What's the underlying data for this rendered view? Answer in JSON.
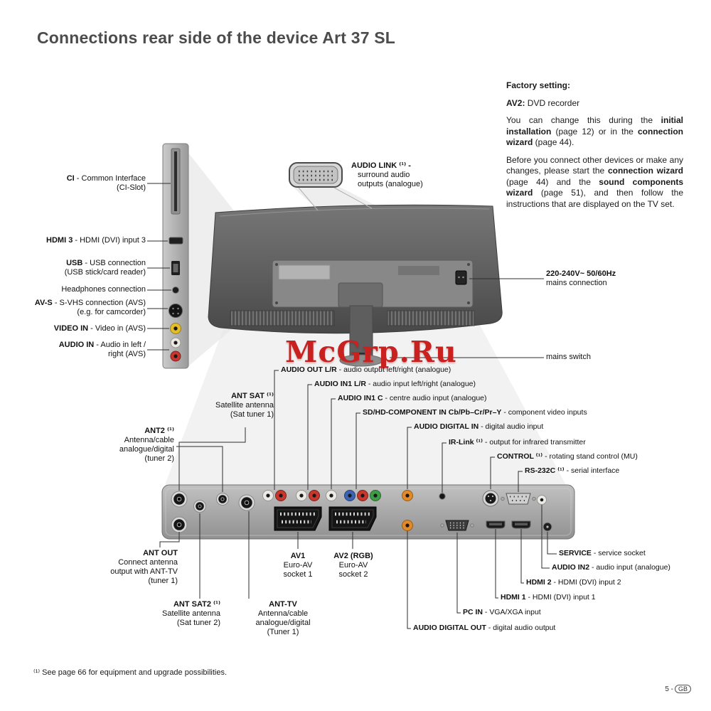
{
  "page": {
    "title": "Connections rear side of the device Art 37 SL",
    "footnote": "⁽¹⁾ See page 66 for equipment and upgrade possibilities.",
    "page_num": "5 -",
    "region": "GB",
    "watermark": "McGrp.Ru"
  },
  "factory": {
    "heading": "Factory setting:",
    "av2_term": "AV2:",
    "av2_rest": " DVD recorder",
    "p1_1": "You can change this during the ",
    "p1_2": "initial installation",
    "p1_3": " (page 12) or in the ",
    "p1_4": "connection wizard",
    "p1_5": " (page 44).",
    "p2_1": "Before you connect other devices or make any changes, please start the ",
    "p2_2": "connection wizard",
    "p2_3": " (page 44) and the ",
    "p2_4": "sound components wizard",
    "p2_5": " (page 51), and then follow the instructions that are displayed on the TV set."
  },
  "side": {
    "ci_term": "CI",
    "ci_rest": " - Common Interface",
    "ci_line2": "(CI-Slot)",
    "hdmi3_term": "HDMI 3",
    "hdmi3_rest": " - HDMI (DVI) input 3",
    "usb_term": "USB",
    "usb_rest": " - USB connection",
    "usb_line2": "(USB stick/card reader)",
    "phones": "Headphones connection",
    "avs_term": "AV-S",
    "avs_rest": " - S-VHS connection (AVS)",
    "avs_line2": "(e.g. for camcorder)",
    "video_term": "VIDEO IN",
    "video_rest": " - Video in (AVS)",
    "audio_term": "AUDIO IN",
    "audio_rest": " - Audio in left /",
    "audio_line2": "right (AVS)"
  },
  "top": {
    "audiolink_term": "AUDIO LINK ⁽¹⁾ -",
    "audiolink_l2": "surround audio",
    "audiolink_l3": "outputs (analogue)"
  },
  "right": {
    "mains_term": "220-240V~ 50/60Hz",
    "mains_rest": "mains connection",
    "switch": "mains switch"
  },
  "mid": {
    "out_term": "AUDIO OUT L/R",
    "out_rest": " - audio output left/right (analogue)",
    "in1lr_term": "AUDIO IN1 L/R",
    "in1lr_rest": " - audio input left/right (analogue)",
    "in1c_term": "AUDIO IN1 C",
    "in1c_rest": " - centre audio input (analogue)",
    "comp_term": "SD/HD-COMPONENT IN Cb/Pb–Cr/Pr–Y",
    "comp_rest": " - component video inputs",
    "digin_term": "AUDIO DIGITAL IN",
    "digin_rest": " - digital audio input",
    "irlink_term": "IR-Link ⁽¹⁾",
    "irlink_rest": " - output for infrared transmitter",
    "control_term": "CONTROL ⁽¹⁾",
    "control_rest": " - rotating stand control (MU)",
    "rs232_term": "RS-232C ⁽¹⁾",
    "rs232_rest": " - serial interface"
  },
  "ant": {
    "antsat_term": "ANT SAT ⁽¹⁾",
    "antsat_l2": "Satellite antenna",
    "antsat_l3": "(Sat tuner 1)",
    "ant2_term": "ANT2 ⁽¹⁾",
    "ant2_l2": "Antenna/cable",
    "ant2_l3": "analogue/digital",
    "ant2_l4": "(tuner 2)",
    "antout_term": "ANT OUT",
    "antout_l2": "Connect antenna",
    "antout_l3": "output with ANT-TV",
    "antout_l4": "(tuner 1)",
    "antsat2_term": "ANT SAT2 ⁽¹⁾",
    "antsat2_l2": "Satellite antenna",
    "antsat2_l3": "(Sat tuner 2)",
    "anttv_term": "ANT-TV",
    "anttv_l2": "Antenna/cable",
    "anttv_l3": "analogue/digital",
    "anttv_l4": "(Tuner 1)"
  },
  "bottom": {
    "av1_term": "AV1",
    "av1_l2": "Euro-AV",
    "av1_l3": "socket 1",
    "av2_term": "AV2 (RGB)",
    "av2_l2": "Euro-AV",
    "av2_l3": "socket 2",
    "service_term": "SERVICE",
    "service_rest": " - service socket",
    "audioin2_term": "AUDIO IN2",
    "audioin2_rest": " - audio input (analogue)",
    "hdmi2_term": "HDMI 2",
    "hdmi2_rest": " - HDMI (DVI) input 2",
    "hdmi1_term": "HDMI 1",
    "hdmi1_rest": " - HDMI (DVI) input 1",
    "pcin_term": "PC IN",
    "pcin_rest": " - VGA/XGA input",
    "digout_term": "AUDIO DIGITAL OUT",
    "digout_rest": " - digital audio output"
  }
}
